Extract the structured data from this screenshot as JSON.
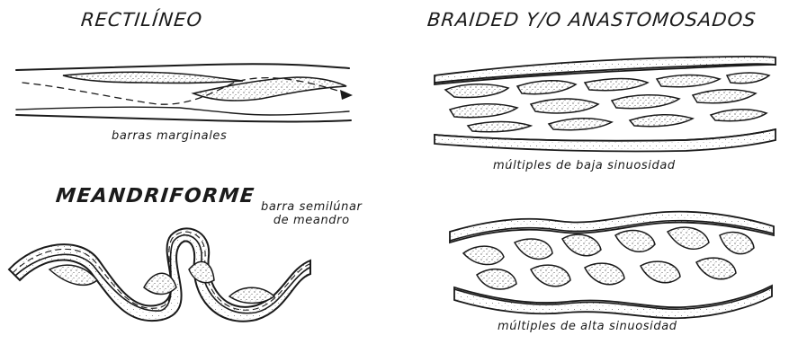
{
  "colors": {
    "ink": "#1a1a1a",
    "sand_fill": "#ffffff",
    "paper": "#ffffff"
  },
  "panels": {
    "rectilineo": {
      "title": "RECTILÍNEO",
      "caption": "barras marginales"
    },
    "braided": {
      "title": "BRAIDED Y/O ANASTOMOSADOS",
      "caption": "múltiples de baja sinuosidad"
    },
    "meandriforme": {
      "title": "MEANDRIFORME",
      "annotation": "barra semilúnar\nde meandro"
    },
    "anastomosed_high": {
      "caption": "múltiples de alta sinuosidad"
    }
  }
}
